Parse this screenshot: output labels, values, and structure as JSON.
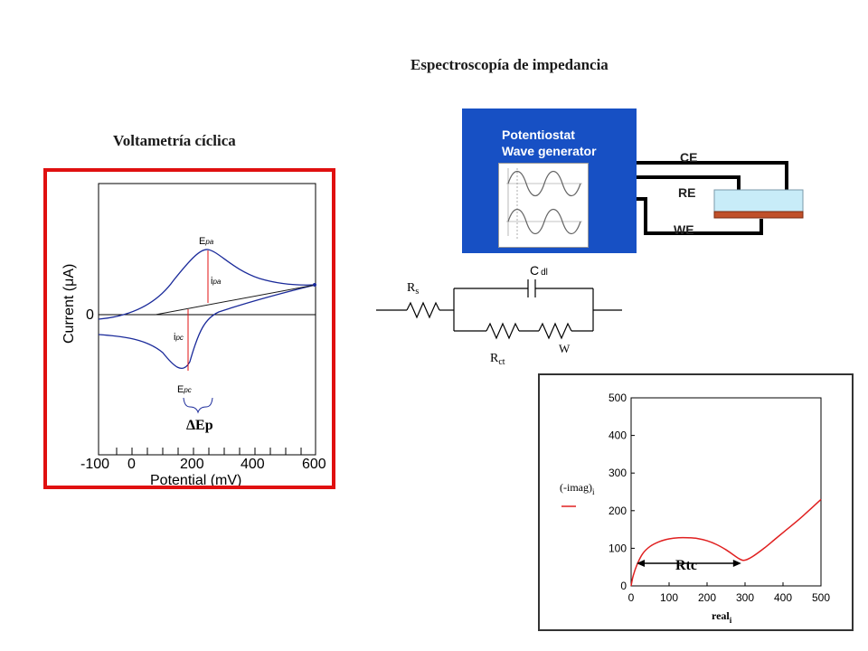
{
  "cv": {
    "title": "Voltametría cíclica",
    "xlabel": "Potential (mV)",
    "ylabel": "Current (",
    "ylabel_mu": "μ",
    "ylabel_end": "A)",
    "ytick_zero": "0",
    "xticks": [
      "-100",
      "0",
      "200",
      "400",
      "600"
    ],
    "epa": {
      "E": "E",
      "sub": "pa"
    },
    "ipa": {
      "i": "i",
      "sub": "pa"
    },
    "ipc": {
      "i": "i",
      "sub": "pc"
    },
    "epc": {
      "E": "E",
      "sub": "pc"
    },
    "delta_ep": "ΔEp",
    "frame_color": "#e01010",
    "curve_color": "#1a2a9a",
    "marker_color": "#e01010"
  },
  "eis": {
    "title": "Espectroscopía de impedancia",
    "instrument_line1": "Potentiostat",
    "instrument_line2": "Wave generator",
    "electrodes": [
      "CE",
      "RE",
      "WE"
    ],
    "panel_color": "#1750c4",
    "electrolyte_color": "#c8ecf8",
    "electrode_base_color": "#c0502a"
  },
  "circuit": {
    "rs": {
      "main": "R",
      "sub": "s"
    },
    "cdl": {
      "main": "C",
      "sub": "dl"
    },
    "rct": {
      "main": "R",
      "sub": "ct"
    },
    "w": "W"
  },
  "nyquist": {
    "legend_label": "(-imag)",
    "legend_sub": "i",
    "xlabel": "real",
    "xlabel_sub": "i",
    "annotation": "Rtc",
    "curve_color": "#e02020"
  },
  "chart_data": {
    "type": "line",
    "title": "",
    "xlabel": "real_i",
    "ylabel": "(-imag)_i",
    "xlim": [
      0,
      500
    ],
    "ylim": [
      0,
      500
    ],
    "xticks": [
      0,
      100,
      200,
      300,
      400,
      500
    ],
    "yticks": [
      0,
      100,
      200,
      300,
      400,
      500
    ],
    "series": [
      {
        "name": "(-imag)_i",
        "x": [
          0,
          5,
          15,
          30,
          50,
          75,
          100,
          125,
          150,
          175,
          200,
          225,
          250,
          270,
          285,
          295,
          305,
          320,
          350,
          380,
          410,
          440,
          470,
          500
        ],
        "y": [
          0,
          25,
          55,
          85,
          105,
          118,
          125,
          128,
          128,
          126,
          120,
          110,
          96,
          82,
          72,
          68,
          70,
          78,
          100,
          125,
          150,
          175,
          202,
          230
        ]
      }
    ],
    "annotations": [
      {
        "text": "Rtc",
        "from": 0,
        "to": 290
      }
    ]
  }
}
